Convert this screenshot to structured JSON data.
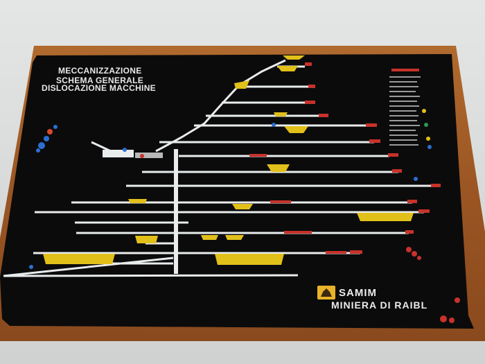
{
  "board": {
    "title_line1": "MECCANIZZAZIONE",
    "title_line2": "SCHEMA GENERALE",
    "title_line3": "DISLOCAZIONE MACCHINE",
    "company": "SAMIM",
    "subtitle": "MINIERA DI RAIBL",
    "logo_icon": "six-legged-dog-logo-icon"
  },
  "colors": {
    "board": "#0b0b0c",
    "frame": "#9a5523",
    "lines": "#e9ecec",
    "yellow_blocks": "#e2c01a",
    "red_markers": "#c8322a",
    "wall": "#d9dcdb"
  }
}
